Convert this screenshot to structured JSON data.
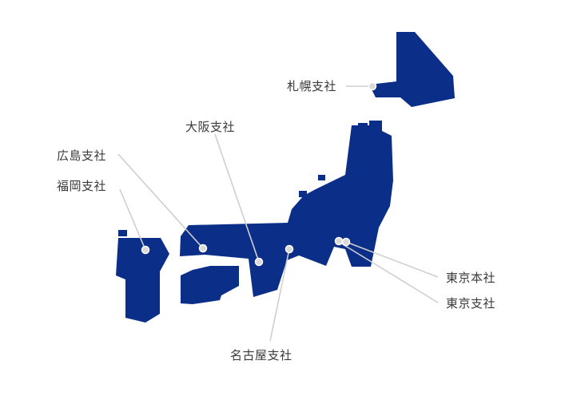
{
  "map": {
    "land_color": "#0b2f88",
    "leader_color": "#cfcfcf",
    "text_color": "#3a3a3a"
  },
  "offices": [
    {
      "id": "sapporo",
      "label": "札幌支社"
    },
    {
      "id": "osaka",
      "label": "大阪支社"
    },
    {
      "id": "hiroshima",
      "label": "広島支社"
    },
    {
      "id": "fukuoka",
      "label": "福岡支社"
    },
    {
      "id": "tokyo-hq",
      "label": "東京本社"
    },
    {
      "id": "tokyo",
      "label": "東京支社"
    },
    {
      "id": "nagoya",
      "label": "名古屋支社"
    }
  ]
}
